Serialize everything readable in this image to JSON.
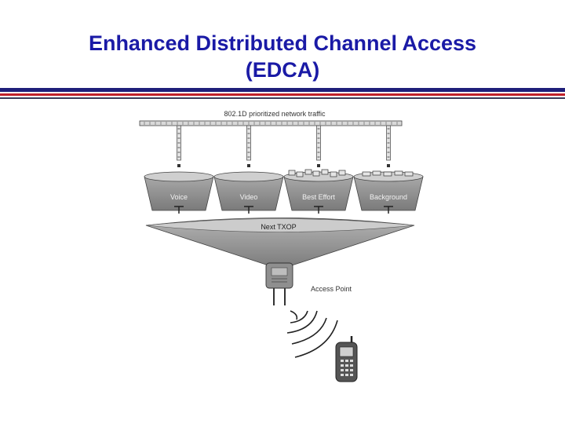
{
  "slide": {
    "title_line1": "Enhanced Distributed Channel Access",
    "title_line2": "(EDCA)"
  },
  "diagram": {
    "traffic_label": "802.1D prioritized network traffic",
    "queues": [
      "Voice",
      "Video",
      "Best Effort",
      "Background"
    ],
    "txop_label": "Next TXOP",
    "access_point_label": "Access Point"
  },
  "colors": {
    "title": "#1a1aa6",
    "rule_navy": "#1f1f7a",
    "rule_red": "#c0202a",
    "bucket": "#8c8c8c",
    "funnel": "#9a9a9a"
  }
}
